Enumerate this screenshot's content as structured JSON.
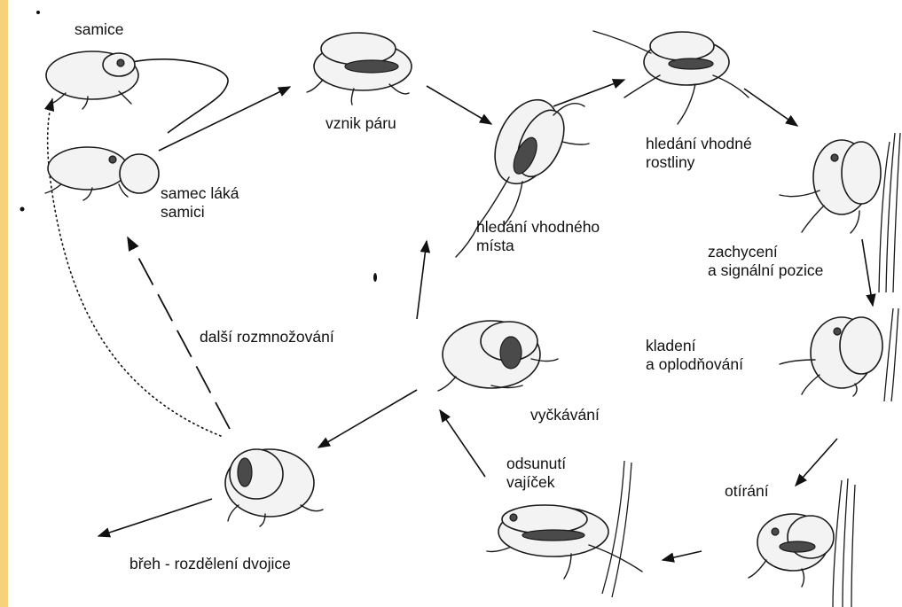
{
  "labels": {
    "samice": "samice",
    "samec_laka": "samec láká\nsamici",
    "vznik_paru": "vznik páru",
    "hledani_mista": "hledání vhodného\nmísta",
    "hledani_rostliny": "hledání vhodné\nrostliny",
    "zachyceni": "zachycení\na signální pozice",
    "kladeni": "kladení\na oplodňování",
    "dalsi": "další rozmnožování",
    "vyckavani": "vyčkávání",
    "odsunuti": "odsunutí\nvajíček",
    "otirani": "otírání",
    "breh": "břeh - rozdělení dvojice"
  },
  "colors": {
    "left_strip": "#f8d27a",
    "ink": "#111111"
  }
}
